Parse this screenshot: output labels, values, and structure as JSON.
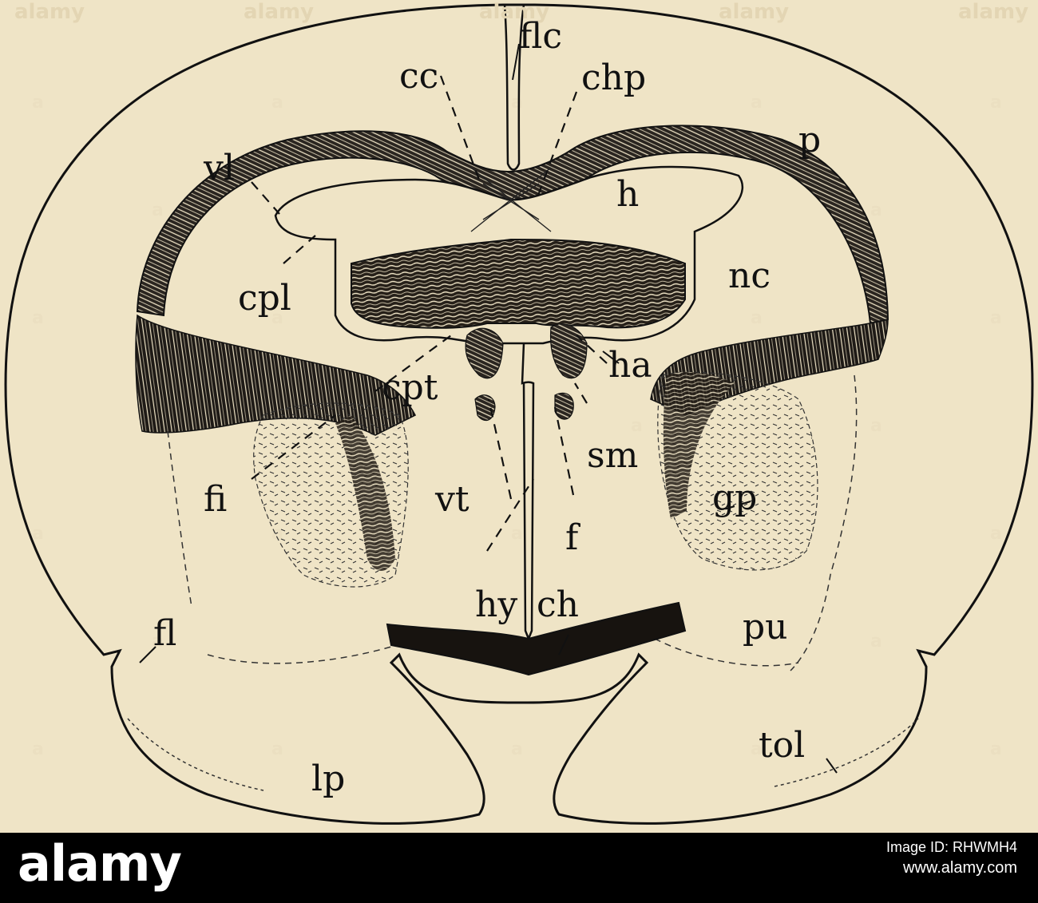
{
  "labels": {
    "flc": "flc",
    "cc": "cc",
    "chp": "chp",
    "p": "p",
    "vl": "vl",
    "h": "h",
    "nc": "nc",
    "cpl": "cpl",
    "ha": "ha",
    "cpt": "cpt",
    "sm": "sm",
    "fi": "fi",
    "vt": "vt",
    "gp": "gp",
    "f": "f",
    "hy": "hy",
    "ch": "ch",
    "pu": "pu",
    "fl": "fl",
    "tol": "tol",
    "lp": "lp"
  },
  "watermark": {
    "word": "alamy",
    "logo": "alamy",
    "image_id_prefix": "Image ID:",
    "image_id": "RHWMH4",
    "site": "www.alamy.com"
  },
  "colors": {
    "paper": "#efe4c6",
    "ink": "#111111",
    "footer": "#000000"
  }
}
